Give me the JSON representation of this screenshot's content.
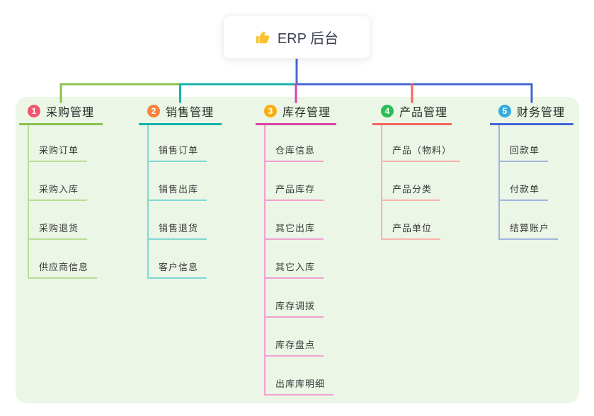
{
  "root": {
    "icon": "thumbs-up-icon",
    "title": "ERP 后台"
  },
  "connector_color": "#4a67d6",
  "panel_color": "#ebf6e6",
  "branches": [
    {
      "num": "1",
      "label": "采购管理",
      "badge_color": "#f2566e",
      "line_color": "#8ac24e",
      "light_color": "#b9dd96",
      "children": [
        "采购订单",
        "采购入库",
        "采购退货",
        "供应商信息"
      ]
    },
    {
      "num": "2",
      "label": "销售管理",
      "badge_color": "#f8833c",
      "line_color": "#14b1ad",
      "light_color": "#7fd8d2",
      "children": [
        "销售订单",
        "销售出库",
        "销售退货",
        "客户信息"
      ]
    },
    {
      "num": "3",
      "label": "库存管理",
      "badge_color": "#fbae13",
      "line_color": "#d944a6",
      "light_color": "#f2a0d0",
      "children": [
        "仓库信息",
        "产品库存",
        "其它出库",
        "其它入库",
        "库存调拨",
        "库存盘点",
        "出库库明细"
      ]
    },
    {
      "num": "4",
      "label": "产品管理",
      "badge_color": "#2abd57",
      "line_color": "#f4655d",
      "light_color": "#f9b3ab",
      "children": [
        "产品（物料）",
        "产品分类",
        "产品单位"
      ]
    },
    {
      "num": "5",
      "label": "财务管理",
      "badge_color": "#35abe2",
      "line_color": "#4466d4",
      "light_color": "#a2b5de",
      "children": [
        "回款单",
        "付款单",
        "结算账户"
      ]
    }
  ]
}
